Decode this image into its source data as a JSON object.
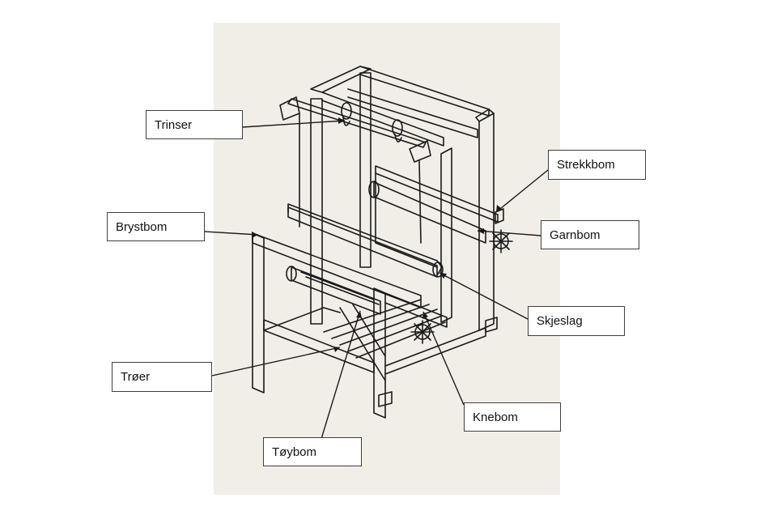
{
  "labels": {
    "trinser": "Trinser",
    "strekkbom": "Strekkbom",
    "brystbom": "Brystbom",
    "garnbom": "Garnbom",
    "skjeslag": "Skjeslag",
    "troer": "Trøer",
    "knebom": "Knebom",
    "toybom": "Tøybom"
  },
  "colors": {
    "line": "#1a1a1a",
    "paper": "#f1eee8",
    "box_border": "#3f3f3f"
  }
}
